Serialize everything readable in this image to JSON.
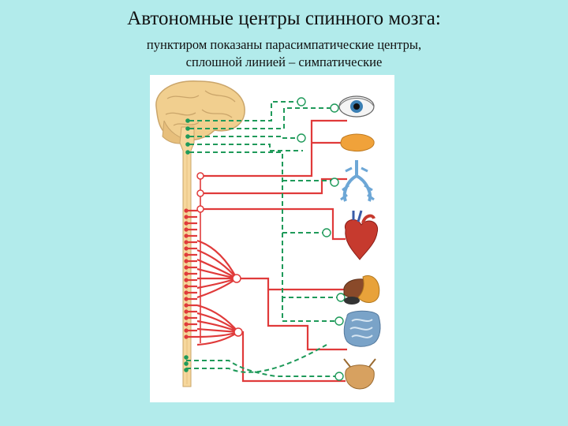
{
  "slide": {
    "title": "Автономные центры спинного мозга:",
    "subtitle_lines": [
      "пунктиром показаны парасимпатические центры,",
      "сплошной линией – симпатические"
    ]
  },
  "colors": {
    "background": "#b2ebeb",
    "sympathetic": "#e03a3a",
    "parasympathetic": "#1f9a5a",
    "spinal_cord": "#f6d79c",
    "brain": "#f1cf8f"
  },
  "organs": [
    {
      "name": "eye-icon"
    },
    {
      "name": "salivary-gland-icon"
    },
    {
      "name": "lungs-icon"
    },
    {
      "name": "heart-icon"
    },
    {
      "name": "stomach-liver-icon"
    },
    {
      "name": "intestine-icon"
    },
    {
      "name": "bladder-icon"
    }
  ]
}
